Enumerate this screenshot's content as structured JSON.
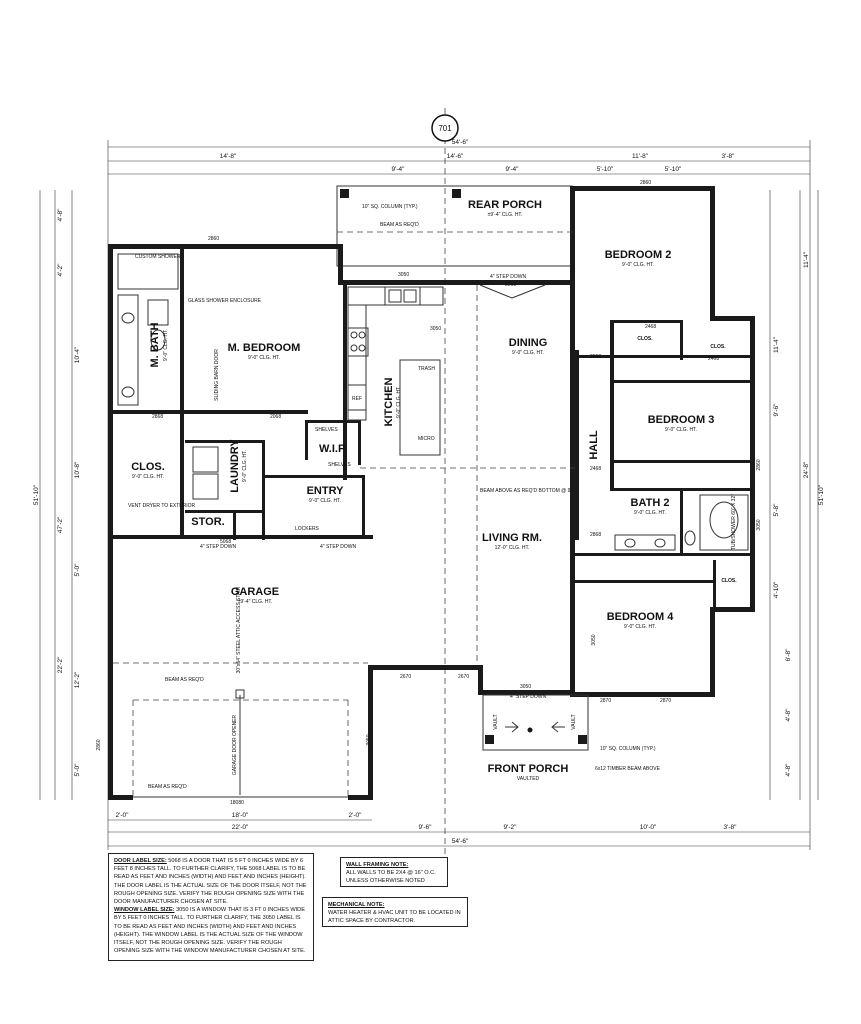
{
  "section_marker": "701",
  "overall_top": "54'-6\"",
  "overall_bottom": "54'-6\"",
  "overall_left": "51'-10\"",
  "overall_right": "51'-10\"",
  "dims_top": [
    "14'-8\"",
    "14'-6\"",
    "11'-8\"",
    "3'-8\""
  ],
  "dims_top2": [
    "9'-4\"",
    "9'-4\"",
    "5'-10\"",
    "5'-10\""
  ],
  "dims_bottom": [
    "22'-0\"",
    "9'-6\"",
    "9'-2\"",
    "10'-0\"",
    "3'-8\""
  ],
  "dims_bottom_small": [
    "2'-0\"",
    "18'-0\"",
    "2'-0\""
  ],
  "dims_left": [
    "4'-8\"",
    "4'-2\"",
    "10'-4\"",
    "10'-8\"",
    "47'-2\"",
    "5'-0\"",
    "12'-2\"",
    "22'-2\"",
    "5'-0\""
  ],
  "dims_right": [
    "11'-4\"",
    "9'-6\"",
    "11'-4\"",
    "24'-8\"",
    "5'-8\"",
    "4'-10\"",
    "6'-8\"",
    "4'-8\"",
    "4'-8\""
  ],
  "rooms": {
    "rear_porch": {
      "name": "REAR PORCH",
      "sub": "±9'-4\" CLG. HT."
    },
    "bedroom2": {
      "name": "BEDROOM 2",
      "sub": "9'-0\" CLG. HT."
    },
    "m_bath": {
      "name": "M. BATH",
      "sub": "9'-0\" CLG. HT."
    },
    "m_bedroom": {
      "name": "M. BEDROOM",
      "sub": "9'-0\" CLG. HT."
    },
    "kitchen": {
      "name": "KITCHEN",
      "sub": "9'-0\" CLG. HT."
    },
    "dining": {
      "name": "DINING",
      "sub": "9'-0\" CLG. HT."
    },
    "clos_a": {
      "name": "CLOS.",
      "sub": ""
    },
    "clos_b": {
      "name": "CLOS.",
      "sub": ""
    },
    "bedroom3": {
      "name": "BEDROOM 3",
      "sub": "9'-0\" CLG. HT."
    },
    "clos_main": {
      "name": "CLOS.",
      "sub": "9'-0\" CLG. HT."
    },
    "laundry": {
      "name": "LAUNDRY",
      "sub": "9'-0\" CLG. HT."
    },
    "wip": {
      "name": "W.I.P.",
      "sub": ""
    },
    "hall": {
      "name": "HALL",
      "sub": ""
    },
    "entry": {
      "name": "ENTRY",
      "sub": "9'-0\" CLG. HT."
    },
    "bath2": {
      "name": "BATH 2",
      "sub": "9'-0\" CLG. HT."
    },
    "stor": {
      "name": "STOR.",
      "sub": ""
    },
    "living": {
      "name": "LIVING RM.",
      "sub": "12'-0\" CLG. HT."
    },
    "clos_c": {
      "name": "CLOS.",
      "sub": ""
    },
    "garage": {
      "name": "GARAGE",
      "sub": "±9'-4\" CLG. HT."
    },
    "bedroom4": {
      "name": "BEDROOM 4",
      "sub": "9'-0\" CLG. HT."
    },
    "front_porch": {
      "name": "FRONT PORCH",
      "sub": "VAULTED"
    }
  },
  "callouts": {
    "column_top": "10\" SQ. COLUMN (TYP.)",
    "beam_top": "BEAM AS REQ'D",
    "custom_shower": "CUSTOM SHOWER",
    "glass_shower": "GLASS SHOWER ENCLOSURE",
    "sliding_door": "SLIDING BARN DOOR",
    "vent_dryer": "VENT DRYER TO EXTERIOR",
    "step_down_1": "4\" STEP DOWN",
    "step_down_2": "4\" STEP DOWN",
    "step_down_3": "4\" STEP DOWN",
    "step_down_4": "4\" STEP DOWN",
    "beam_living": "BEAM ABOVE AS REQ'D BOTTOM @ 9'",
    "beam_garage": "BEAM AS REQ'D",
    "beam_garage2": "BEAM AS REQ'D",
    "garage_opener": "GARAGE DOOR OPENER",
    "attic_access": "30\"x54\" STEEL ATTIC ACCESS STAIR",
    "lockers": "LOCKERS",
    "shelves": "SHELVES",
    "shelves2": "SHELVES",
    "trash": "TRASH",
    "micro": "MICRO",
    "ref": "REF",
    "column_front": "10\" SQ. COLUMN (TYP.)",
    "timber": "6x12 TIMBER BEAM ABOVE",
    "vault_l": "VAULT",
    "vault_r": "VAULT",
    "tub": "TUB/SHOWER 60\" X 32\""
  },
  "door_labels": [
    "2860",
    "2860",
    "5068",
    "3050",
    "3050",
    "2468",
    "2468",
    "2868",
    "2068",
    "2868",
    "2468",
    "5068",
    "2670",
    "2670",
    "3050",
    "18080",
    "2860",
    "3050",
    "2860",
    "2868",
    "3050",
    "2870",
    "2870",
    "3050"
  ],
  "notes": {
    "door_label_title": "DOOR LABEL SIZE:",
    "door_label_text": "5068 IS A DOOR THAT IS 5 FT 0 INCHES WIDE BY 6 FEET 8 INCHES TALL. TO FURTHER CLARIFY, THE 5068 LABEL IS TO BE READ AS FEET AND INCHES (WIDTH) AND FEET AND INCHES (HEIGHT). THE DOOR LABEL IS THE ACTUAL SIZE OF THE DOOR ITSELF, NOT THE ROUGH OPENING SIZE. VERIFY THE ROUGH OPENING SIZE WITH THE DOOR MANUFACTURER CHOSEN AT SITE.",
    "window_label_title": "WINDOW LABEL SIZE:",
    "window_label_text": "3050 IS A WINDOW THAT IS 3 FT 0 INCHES WIDE BY 5 FEET 0 INCHES TALL. TO FURTHER CLARIFY, THE 3050 LABEL IS TO BE READ AS FEET AND INCHES (WIDTH) AND FEET AND INCHES (HEIGHT). THE WINDOW LABEL IS THE ACTUAL SIZE OF THE WINDOW ITSELF, NOT THE ROUGH OPENING SIZE. VERIFY THE ROUGH OPENING SIZE WITH THE WINDOW MANUFACTURER CHOSEN AT SITE.",
    "wall_title": "WALL FRAMING NOTE:",
    "wall_text": "ALL WALLS TO BE 2X4 @ 16\" O.C. UNLESS OTHERWISE NOTED",
    "mech_title": "MECHANICAL NOTE:",
    "mech_text": "WATER HEATER & HVAC UNIT TO BE LOCATED IN ATTIC SPACE BY CONTRACTOR."
  }
}
